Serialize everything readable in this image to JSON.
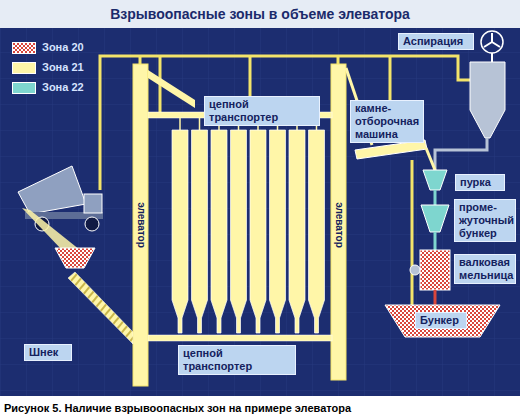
{
  "diagram": {
    "title": "Взрывоопасные зоны в объеме элеватора",
    "caption": "Рисунок 5. Наличие взрывоопасных зон на примере элеватора",
    "nodes": [
      {
        "text": [
          "Аспирация"
        ]
      },
      {
        "text": [
          "цепной транспортер"
        ]
      },
      {
        "text": [
          "камне- отборочная машина"
        ]
      },
      {
        "text": [
          "пурка"
        ]
      },
      {
        "text": [
          "проме- жуточный бункер"
        ]
      },
      {
        "text": [
          "валковая мельница"
        ]
      },
      {
        "text": [
          "Шнек"
        ]
      },
      {
        "text": [
          "Бункер"
        ]
      },
      {
        "text": [
          "цепной транспортер"
        ]
      }
    ],
    "labels": [
      "элеватор",
      "элеватор"
    ],
    "legend": [
      {
        "text": "Зона 20",
        "color": "#d9463c"
      },
      {
        "text": "Зона 21",
        "color": "#fff6a8"
      },
      {
        "text": "Зона 22",
        "color": "#7ed6cf"
      }
    ]
  }
}
